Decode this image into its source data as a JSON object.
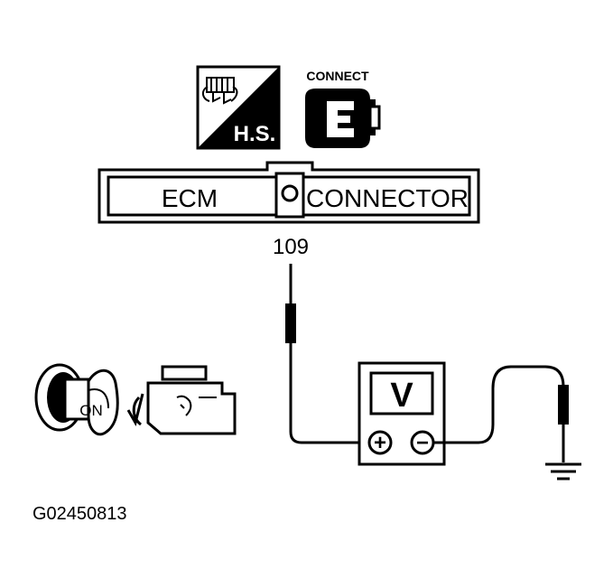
{
  "icons": {
    "harness_label": "H.S.",
    "connect_label": "CONNECT",
    "harness_icon": "harness-connector-icon",
    "connect_icon": "connect-connector-icon"
  },
  "connector": {
    "left_label": "ECM",
    "right_label": "CONNECTOR",
    "terminal_number": "109"
  },
  "meter": {
    "label": "V",
    "positive": "+",
    "negative": "−"
  },
  "ignition": {
    "key_label": "ON"
  },
  "figure_id": "G02450813"
}
